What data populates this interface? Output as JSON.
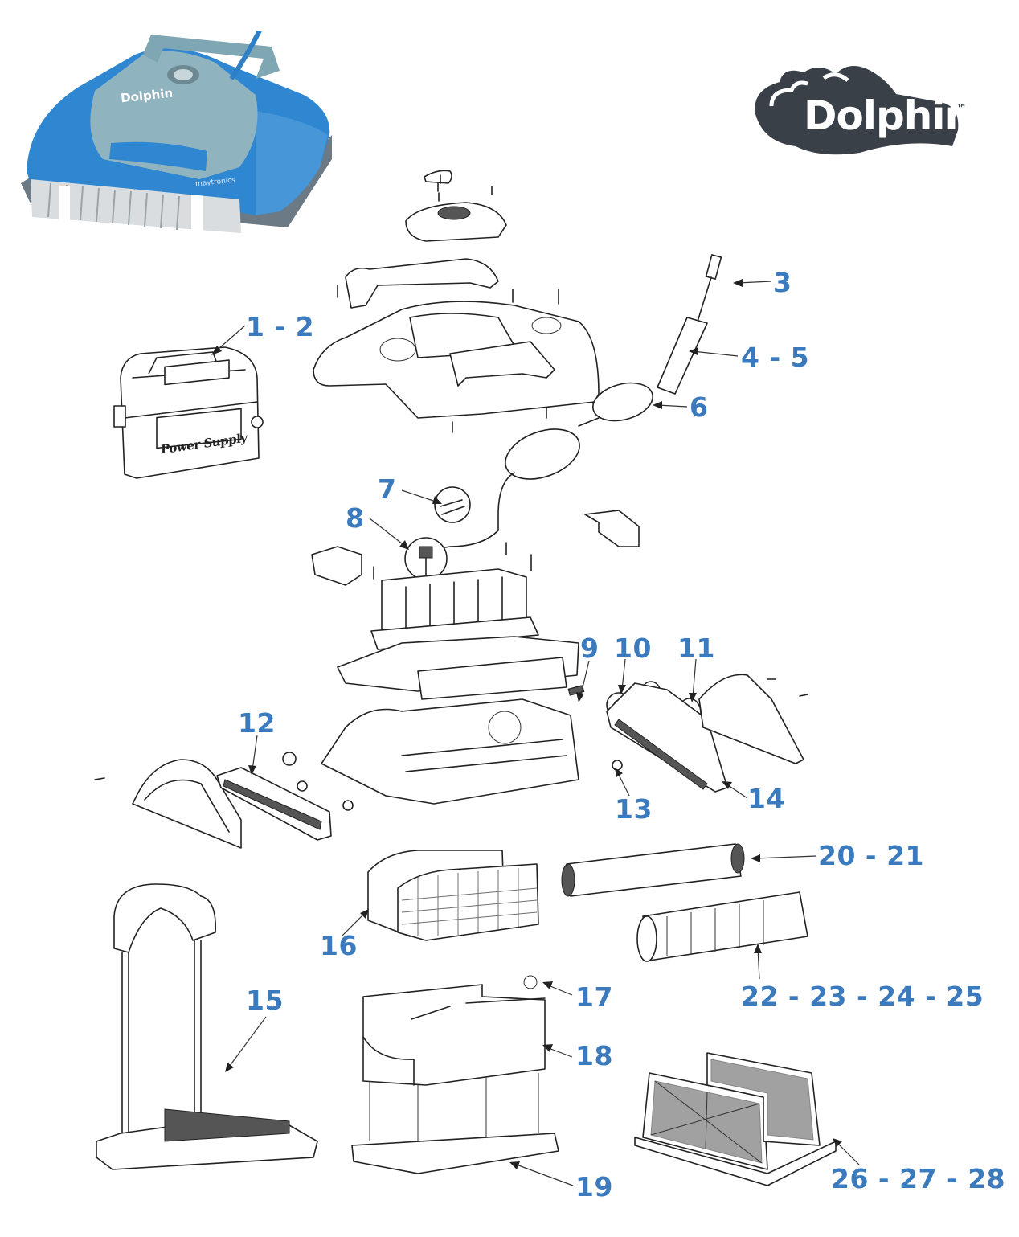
{
  "brand": {
    "logo_text": "Dolphin",
    "trademark": "™",
    "logo_color": "#3a4047"
  },
  "product_photo": {
    "brand_badge": "Dolphin",
    "maker_mark": "maytronics",
    "body_color": "#2f86d1",
    "cover_color": "#8fb4bf"
  },
  "power_supply": {
    "panel_text": "Power Supply"
  },
  "label_color": "#3a7abd",
  "callouts": [
    {
      "id": "1-2",
      "text": "1 - 2",
      "part": "power-supply"
    },
    {
      "id": "3",
      "text": "3",
      "part": "cable-connector"
    },
    {
      "id": "4-5",
      "text": "4 - 5",
      "part": "cable-swivel"
    },
    {
      "id": "6",
      "text": "6",
      "part": "cable-float"
    },
    {
      "id": "7",
      "text": "7",
      "part": "cable-clip"
    },
    {
      "id": "8",
      "text": "8",
      "part": "cable-gland"
    },
    {
      "id": "9",
      "text": "9",
      "part": "axle-pin"
    },
    {
      "id": "10",
      "text": "10",
      "part": "drive-wheel"
    },
    {
      "id": "11",
      "text": "11",
      "part": "idler-wheel"
    },
    {
      "id": "12",
      "text": "12",
      "part": "track-left"
    },
    {
      "id": "13",
      "text": "13",
      "part": "washer"
    },
    {
      "id": "14",
      "text": "14",
      "part": "track-right"
    },
    {
      "id": "15",
      "text": "15",
      "part": "caddy-cart"
    },
    {
      "id": "16",
      "text": "16",
      "part": "filter-basket"
    },
    {
      "id": "17",
      "text": "17",
      "part": "filter-latch"
    },
    {
      "id": "18",
      "text": "18",
      "part": "filter-cover"
    },
    {
      "id": "19",
      "text": "19",
      "part": "filter-base"
    },
    {
      "id": "20-21",
      "text": "20 - 21",
      "part": "brush-axle"
    },
    {
      "id": "22-25",
      "text": "22 - 23 - 24 - 25",
      "part": "pva-brush"
    },
    {
      "id": "26-28",
      "text": "26 - 27 - 28",
      "part": "filter-panels"
    }
  ]
}
